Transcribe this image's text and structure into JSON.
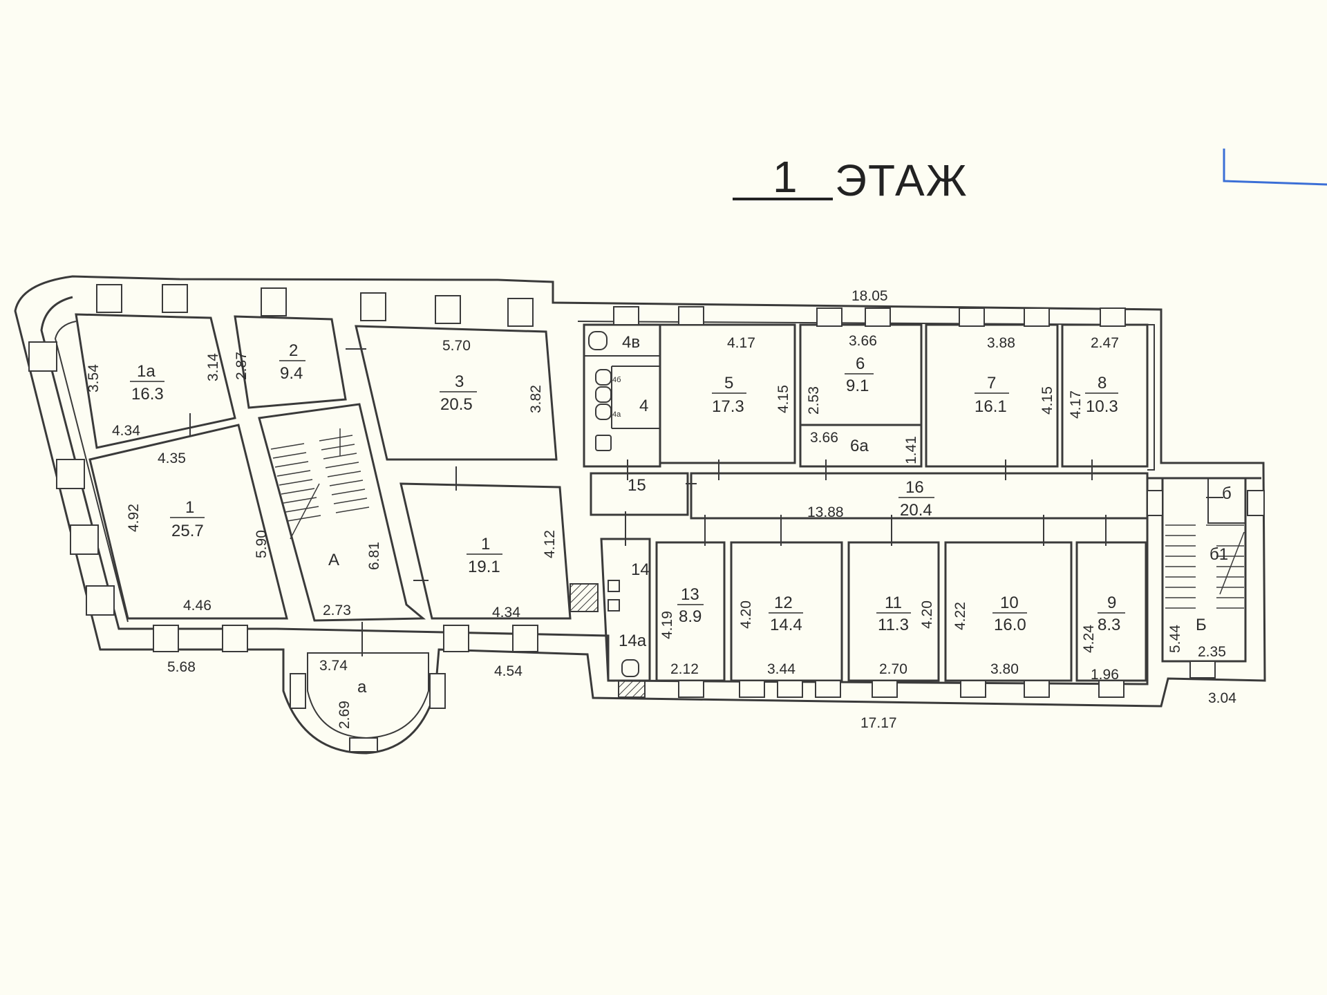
{
  "title": {
    "floor_number": "1",
    "floor_word": "ЭТАЖ"
  },
  "colors": {
    "paper": "#fdfdf3",
    "ink": "#3a3a3a",
    "corner_mark": "#3b6fd6"
  },
  "rooms": {
    "r1a": {
      "num": "1а",
      "area": "16.3"
    },
    "r2": {
      "num": "2",
      "area": "9.4"
    },
    "r3": {
      "num": "3",
      "area": "20.5"
    },
    "r1left": {
      "num": "1",
      "area": "25.7"
    },
    "r1mid": {
      "num": "1",
      "area": "19.1"
    },
    "rA": {
      "num": "А"
    },
    "ra": {
      "num": "а"
    },
    "r4v": {
      "num": "4в"
    },
    "r4": {
      "num": "4"
    },
    "r4b": {
      "num": "4б"
    },
    "r4a": {
      "num": "4а"
    },
    "r5": {
      "num": "5",
      "area": "17.3"
    },
    "r6": {
      "num": "6",
      "area": "9.1"
    },
    "r6a": {
      "num": "6а"
    },
    "r7": {
      "num": "7",
      "area": "16.1"
    },
    "r8": {
      "num": "8",
      "area": "10.3"
    },
    "r15": {
      "num": "15"
    },
    "r16": {
      "num": "16",
      "area": "20.4"
    },
    "r14": {
      "num": "14"
    },
    "r14a": {
      "num": "14а"
    },
    "r13": {
      "num": "13",
      "area": "8.9"
    },
    "r12": {
      "num": "12",
      "area": "14.4"
    },
    "r11": {
      "num": "11",
      "area": "11.3"
    },
    "r10": {
      "num": "10",
      "area": "16.0"
    },
    "r9": {
      "num": "9",
      "area": "8.3"
    },
    "rB": {
      "num": "Б"
    },
    "rb": {
      "num": "б"
    },
    "rb1": {
      "num": "б1"
    }
  },
  "dims": {
    "top_total": "18.05",
    "bottom_total": "17.17",
    "bottom_right": "3.04",
    "d1a_left": "3.54",
    "d1a_right": "3.14",
    "d1a_bottom": "4.34",
    "d1_top": "4.35",
    "d1_left": "4.92",
    "d1_right": "5.90",
    "d1_bottom": "4.46",
    "d_outer_left": "5.68",
    "d2_left": "2.87",
    "d3_top": "5.70",
    "d3_right": "3.82",
    "dA_height": "6.81",
    "dA_width": "2.73",
    "d1mid_right": "4.12",
    "d1mid_bottom": "4.34",
    "d_outer_mid": "4.54",
    "da_width": "3.74",
    "da_height": "2.69",
    "d5_top": "4.17",
    "d5_right": "4.15",
    "d6_top": "3.66",
    "d6_left": "2.53",
    "d6a_width": "3.66",
    "d6a_height": "1.41",
    "d7_top": "3.88",
    "d7_right": "4.15",
    "d8_top": "2.47",
    "d8_left": "4.17",
    "d16_len": "13.88",
    "d13_left": "4.19",
    "d13_bottom": "2.12",
    "d12_left": "4.20",
    "d12_bottom": "3.44",
    "d11_right": "4.20",
    "d11_bottom": "2.70",
    "d10_left": "4.22",
    "d10_bottom": "3.80",
    "d9_left": "4.24",
    "d9_bottom": "1.96",
    "dB_left": "5.44",
    "dB_width": "2.35"
  }
}
